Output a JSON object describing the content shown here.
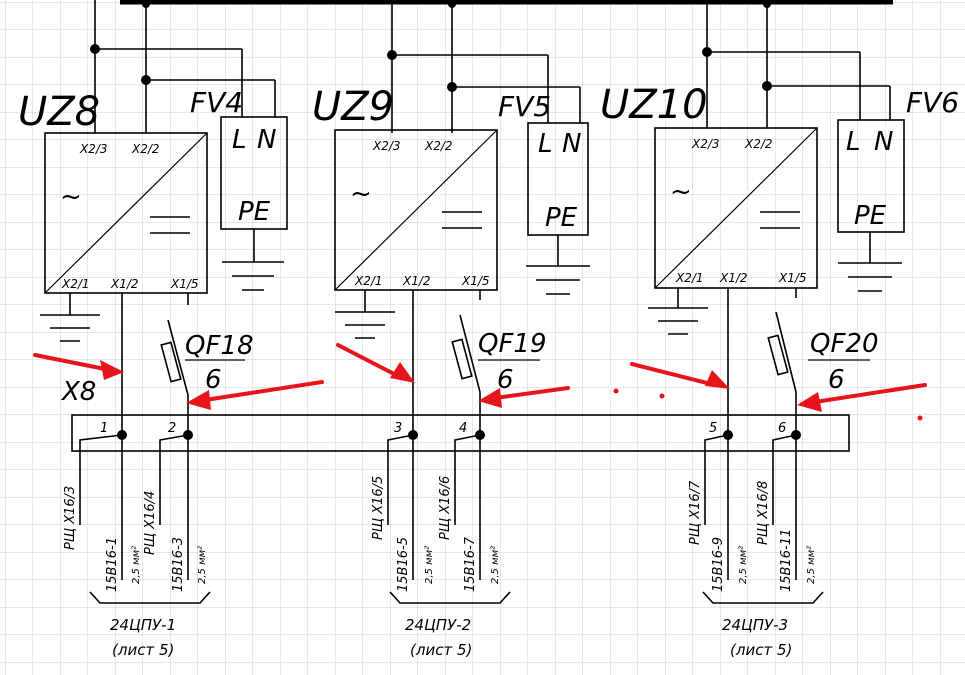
{
  "converters": [
    {
      "label": "UZ8",
      "pins": {
        "x2_3": "X2/3",
        "x2_2": "X2/2",
        "x2_1": "X2/1",
        "x1_2": "X1/2",
        "x1_5": "X1/5"
      }
    },
    {
      "label": "UZ9",
      "pins": {
        "x2_3": "X2/3",
        "x2_2": "X2/2",
        "x2_1": "X2/1",
        "x1_2": "X1/2",
        "x1_5": "X1/5"
      }
    },
    {
      "label": "UZ10",
      "pins": {
        "x2_3": "X2/3",
        "x2_2": "X2/2",
        "x2_1": "X2/1",
        "x1_2": "X1/2",
        "x1_5": "X1/5"
      }
    }
  ],
  "surge_protectors": [
    {
      "label": "FV4",
      "l": "L",
      "n": "N",
      "pe": "PE"
    },
    {
      "label": "FV5",
      "l": "L",
      "n": "N",
      "pe": "PE"
    },
    {
      "label": "FV6",
      "l": "L",
      "n": "N",
      "pe": "PE"
    }
  ],
  "breakers": [
    {
      "label": "QF18",
      "rating": "6"
    },
    {
      "label": "QF19",
      "rating": "6"
    },
    {
      "label": "QF20",
      "rating": "6"
    }
  ],
  "terminal_block": {
    "label": "X8",
    "terminals": [
      "1",
      "2",
      "3",
      "4",
      "5",
      "6"
    ]
  },
  "wires": [
    {
      "terminal": "РЩ X16/3",
      "cable": "15B16-1",
      "section": "2,5 мм²"
    },
    {
      "terminal": "РЩ X16/4",
      "cable": "15B16-3",
      "section": "2,5 мм²"
    },
    {
      "terminal": "РЩ X16/5",
      "cable": "15B16-5",
      "section": "2,5 мм²"
    },
    {
      "terminal": "РЩ X16/6",
      "cable": "15B16-7",
      "section": "2,5 мм²"
    },
    {
      "terminal": "РЩ X16/7",
      "cable": "15B16-9",
      "section": "2,5 мм²"
    },
    {
      "terminal": "РЩ X16/8",
      "cable": "15B16-11",
      "section": "2,5 мм²"
    }
  ],
  "destinations": [
    {
      "name": "24ЦПУ-1",
      "sheet": "(лист 5)"
    },
    {
      "name": "24ЦПУ-2",
      "sheet": "(лист 5)"
    },
    {
      "name": "24ЦПУ-3",
      "sheet": "(лист 5)"
    }
  ],
  "symbols": {
    "ac": "~"
  },
  "colors": {
    "grid": "#cfcfcf",
    "ink": "#000000",
    "annotation_arrow": "#e8141c"
  }
}
